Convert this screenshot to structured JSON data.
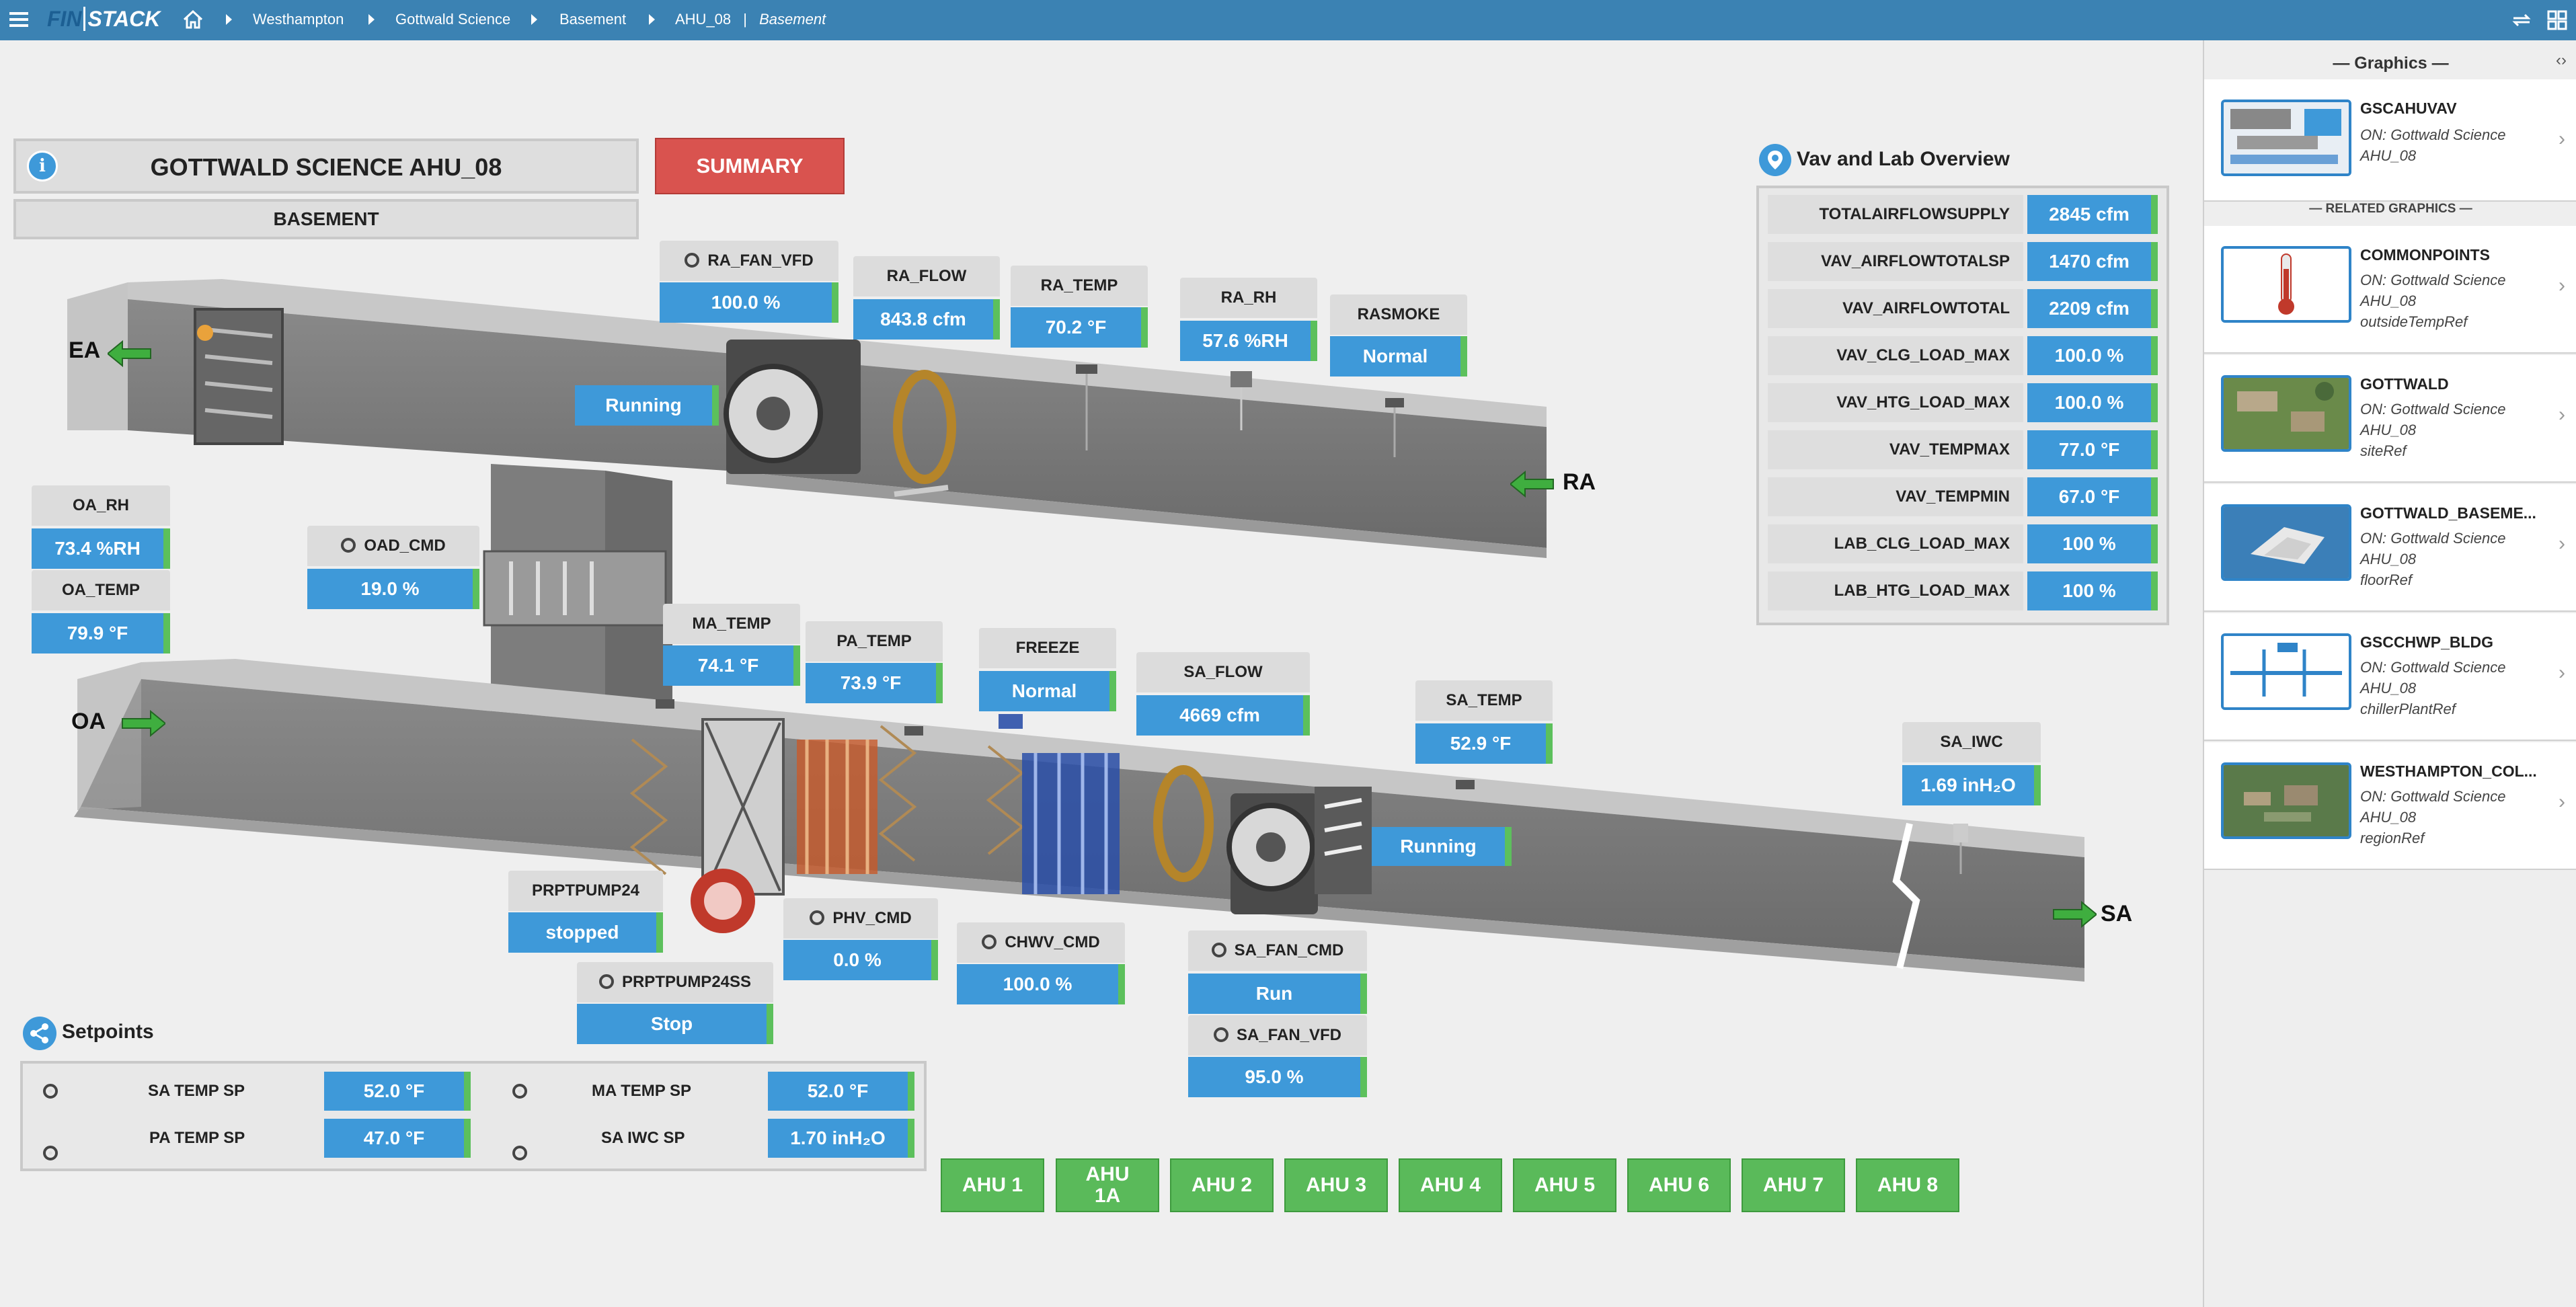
{
  "topbar": {
    "logo_fin": "FIN",
    "logo_stack": "STACK",
    "breadcrumbs": [
      "Westhampton",
      "Gottwald Science",
      "Basement"
    ],
    "current_equip": "AHU_08",
    "current_sep": "|",
    "current_floor": "Basement"
  },
  "header": {
    "title": "GOTTWALD SCIENCE AHU_08",
    "subtitle": "BASEMENT",
    "summary_button": "SUMMARY"
  },
  "air_labels": {
    "ea": "EA",
    "ra": "RA",
    "oa": "OA",
    "sa": "SA"
  },
  "points": {
    "ra_fan_vfd": {
      "label": "RA_FAN_VFD",
      "value": "100.0 %"
    },
    "ra_fan_status": "Running",
    "ra_flow": {
      "label": "RA_FLOW",
      "value": "843.8 cfm"
    },
    "ra_temp": {
      "label": "RA_TEMP",
      "value": "70.2 °F"
    },
    "ra_rh": {
      "label": "RA_RH",
      "value": "57.6 %RH"
    },
    "rasmoke": {
      "label": "RASMOKE",
      "value": "Normal"
    },
    "oa_rh": {
      "label": "OA_RH",
      "value": "73.4 %RH"
    },
    "oa_temp": {
      "label": "OA_TEMP",
      "value": "79.9 °F"
    },
    "oad_cmd": {
      "label": "OAD_CMD",
      "value": "19.0 %"
    },
    "ma_temp": {
      "label": "MA_TEMP",
      "value": "74.1 °F"
    },
    "pa_temp": {
      "label": "PA_TEMP",
      "value": "73.9 °F"
    },
    "freeze": {
      "label": "FREEZE",
      "value": "Normal"
    },
    "sa_flow": {
      "label": "SA_FLOW",
      "value": "4669 cfm"
    },
    "sa_temp": {
      "label": "SA_TEMP",
      "value": "52.9 °F"
    },
    "sa_iwc": {
      "label": "SA_IWC",
      "value": "1.69 inH₂O"
    },
    "sa_fan_status": "Running",
    "prptpump24": {
      "label": "PRPTPUMP24",
      "value": "stopped"
    },
    "prptpump24ss": {
      "label": "PRPTPUMP24SS",
      "value": "Stop"
    },
    "phv_cmd": {
      "label": "PHV_CMD",
      "value": "0.0 %"
    },
    "chwv_cmd": {
      "label": "CHWV_CMD",
      "value": "100.0 %"
    },
    "sa_fan_cmd": {
      "label": "SA_FAN_CMD",
      "value": "Run"
    },
    "sa_fan_vfd": {
      "label": "SA_FAN_VFD",
      "value": "95.0 %"
    }
  },
  "overview": {
    "title": "Vav and Lab Overview",
    "rows": [
      {
        "key": "TOTALAIRFLOWSUPPLY",
        "value": "2845 cfm"
      },
      {
        "key": "VAV_AIRFLOWTOTALSP",
        "value": "1470 cfm"
      },
      {
        "key": "VAV_AIRFLOWTOTAL",
        "value": "2209 cfm"
      },
      {
        "key": "VAV_CLG_LOAD_MAX",
        "value": "100.0 %"
      },
      {
        "key": "VAV_HTG_LOAD_MAX",
        "value": "100.0 %"
      },
      {
        "key": "VAV_TEMPMAX",
        "value": "77.0 °F"
      },
      {
        "key": "VAV_TEMPMIN",
        "value": "67.0 °F"
      },
      {
        "key": "LAB_CLG_LOAD_MAX",
        "value": "100 %"
      },
      {
        "key": "LAB_HTG_LOAD_MAX",
        "value": "100 %"
      }
    ]
  },
  "setpoints": {
    "title": "Setpoints",
    "items": [
      {
        "key": "SA TEMP SP",
        "value": "52.0 °F"
      },
      {
        "key": "MA TEMP SP",
        "value": "52.0 °F"
      },
      {
        "key": "PA TEMP SP",
        "value": "47.0 °F"
      },
      {
        "key": "SA IWC SP",
        "value": "1.70 inH₂O"
      }
    ]
  },
  "ahu_buttons": [
    "AHU 1",
    "AHU 1A",
    "AHU 2",
    "AHU 3",
    "AHU 4",
    "AHU 5",
    "AHU 6",
    "AHU 7",
    "AHU 8"
  ],
  "panel": {
    "title": "— Graphics —",
    "related_title": "— RELATED GRAPHICS —",
    "cards": [
      {
        "title": "GSCAHUVAV",
        "on": "ON: Gottwald Science",
        "equip": "AHU_08",
        "ref": ""
      },
      {
        "title": "COMMONPOINTS",
        "on": "ON: Gottwald Science",
        "equip": "AHU_08",
        "ref": "outsideTempRef"
      },
      {
        "title": "GOTTWALD",
        "on": "ON: Gottwald Science",
        "equip": "AHU_08",
        "ref": "siteRef"
      },
      {
        "title": "GOTTWALD_BASEME...",
        "on": "ON: Gottwald Science",
        "equip": "AHU_08",
        "ref": "floorRef"
      },
      {
        "title": "GSCCHWP_BLDG",
        "on": "ON: Gottwald Science",
        "equip": "AHU_08",
        "ref": "chillerPlantRef"
      },
      {
        "title": "WESTHAMPTON_COL...",
        "on": "ON: Gottwald Science",
        "equip": "AHU_08",
        "ref": "regionRef"
      }
    ]
  },
  "colors": {
    "topbar": "#3b82b3",
    "value_blue": "#3e99d9",
    "status_green": "#5cc05c",
    "summary_red": "#d9534f",
    "ahu_green": "#5aba5a"
  }
}
